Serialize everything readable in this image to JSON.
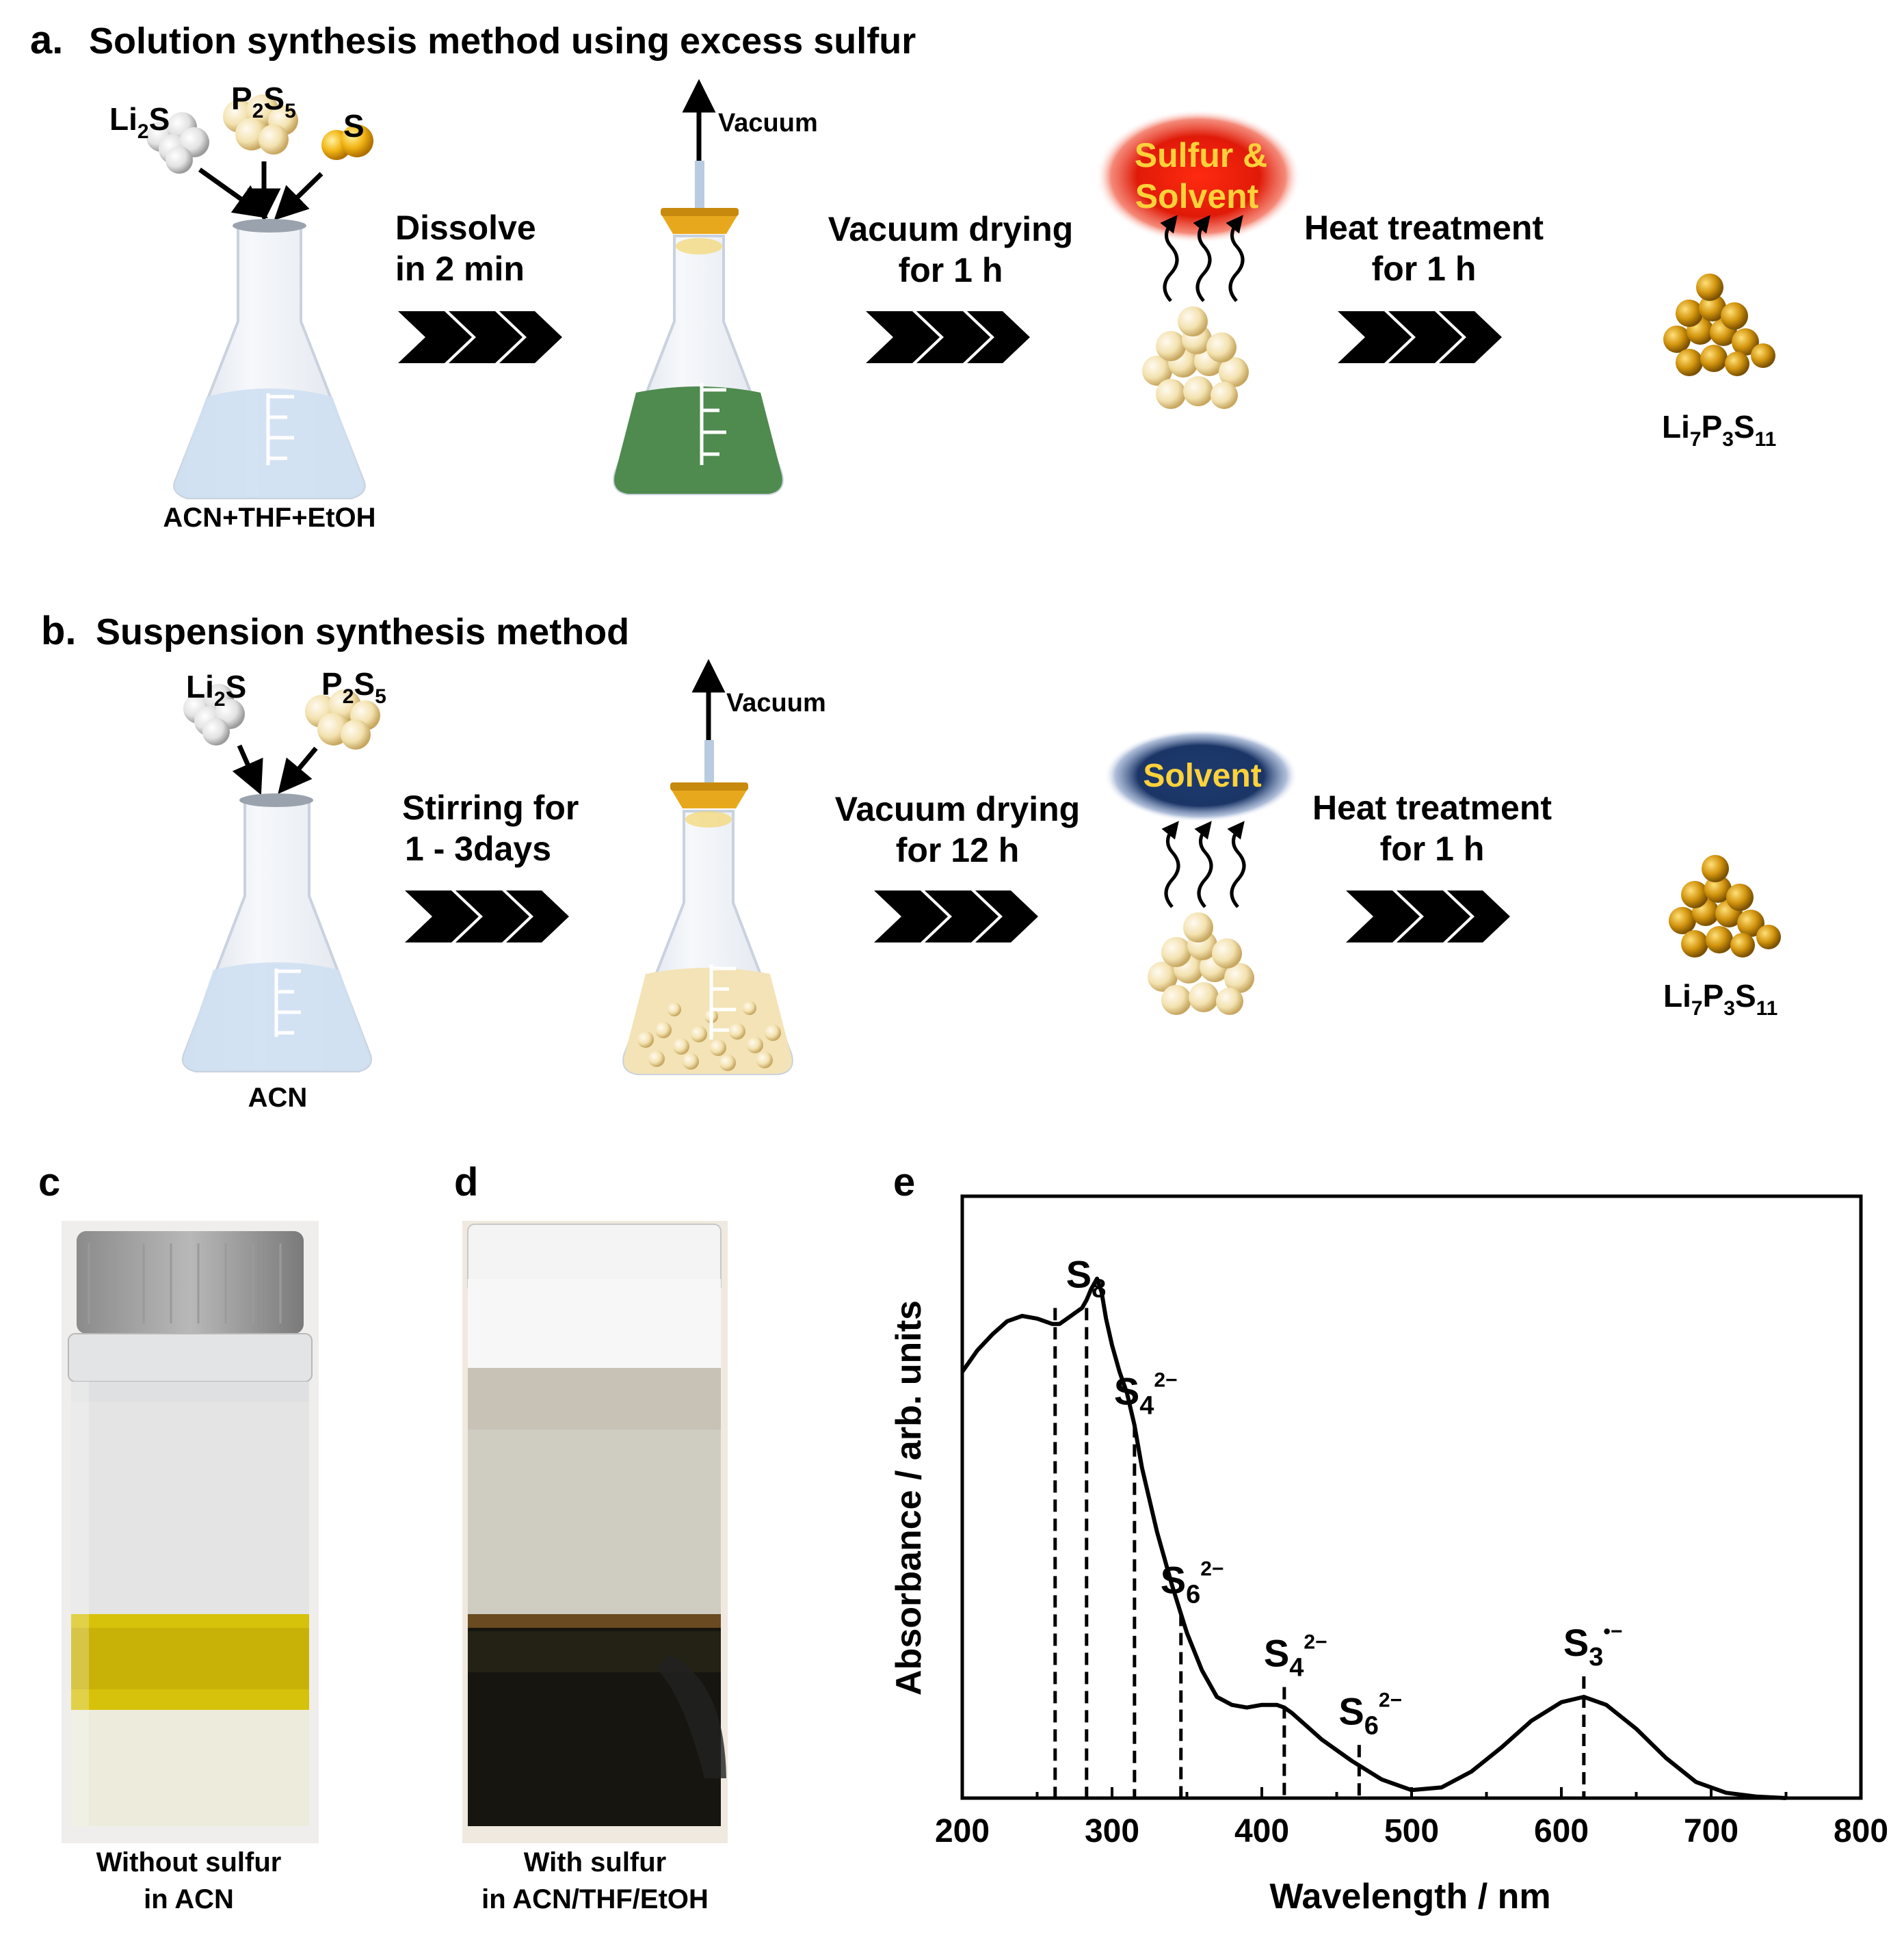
{
  "panel_a": {
    "letter": "a.",
    "title": "Solution synthesis method using excess sulfur",
    "reagent1": {
      "main": "Li",
      "sub": "2",
      "tail": "S"
    },
    "reagent2": {
      "main": "P",
      "sub1": "2",
      "mid": "S",
      "sub2": "5"
    },
    "reagent3": "S",
    "solvent_label": "ACN+THF+EtOH",
    "vacuum": "Vacuum",
    "step1": [
      "Dissolve",
      "in 2 min"
    ],
    "step2": [
      "Vacuum drying",
      "for 1 h"
    ],
    "evap": [
      "Sulfur &",
      "Solvent"
    ],
    "step3": [
      "Heat treatment",
      "for 1 h"
    ],
    "product": {
      "p1": "Li",
      "s1": "7",
      "p2": "P",
      "s2": "3",
      "p3": "S",
      "s3": "11"
    }
  },
  "panel_b": {
    "letter": "b.",
    "title": "Suspension synthesis method",
    "reagent1": {
      "main": "Li",
      "sub": "2",
      "tail": "S"
    },
    "reagent2": {
      "main": "P",
      "sub1": "2",
      "mid": "S",
      "sub2": "5"
    },
    "solvent_label": "ACN",
    "vacuum": "Vacuum",
    "step1": [
      "Stirring for",
      "1 - 3days"
    ],
    "step2": [
      "Vacuum drying",
      "for 12 h"
    ],
    "evap": "Solvent",
    "step3": [
      "Heat treatment",
      "for 1 h"
    ],
    "product": {
      "p1": "Li",
      "s1": "7",
      "p2": "P",
      "s2": "3",
      "p3": "S",
      "s3": "11"
    }
  },
  "panel_c": {
    "letter": "c",
    "caption": [
      "Without sulfur",
      "in ACN"
    ]
  },
  "panel_d": {
    "letter": "d",
    "caption": [
      "With sulfur",
      "in ACN/THF/EtOH"
    ]
  },
  "colors": {
    "solution_green": "#4f8a4f",
    "suspension_yellow": "#f3e3b6",
    "cap_gold": "#e8a81e",
    "sulfur_glow": "#e02010",
    "solvent_glow": "#1e3a6e",
    "glow_text": "#ffd23a",
    "product_gold": "#d4960f",
    "powder_cream": "#f0e2b8"
  },
  "chart_data": {
    "type": "line",
    "letter": "e",
    "xlabel": "Wavelength / nm",
    "ylabel": "Absorbance / arb. units",
    "xlim": [
      200,
      800
    ],
    "xticks": [
      "200",
      "300",
      "400",
      "500",
      "600",
      "700",
      "800"
    ],
    "ylim": [
      0,
      1
    ],
    "grid": false,
    "series": [
      {
        "x": [
          200,
          210,
          220,
          230,
          240,
          250,
          260,
          265,
          270,
          275,
          280,
          283,
          286,
          290,
          293,
          296,
          300,
          305,
          310,
          315,
          320,
          330,
          340,
          350,
          360,
          370,
          380,
          390,
          400,
          410,
          415,
          420,
          430,
          440,
          460,
          480,
          500,
          520,
          540,
          560,
          580,
          600,
          615,
          630,
          650,
          670,
          690,
          710,
          730,
          750
        ],
        "y": [
          0.8,
          0.84,
          0.87,
          0.895,
          0.905,
          0.9,
          0.89,
          0.89,
          0.9,
          0.91,
          0.92,
          0.935,
          0.955,
          0.975,
          0.95,
          0.9,
          0.85,
          0.8,
          0.76,
          0.7,
          0.62,
          0.5,
          0.4,
          0.31,
          0.24,
          0.19,
          0.175,
          0.17,
          0.175,
          0.175,
          0.17,
          0.16,
          0.135,
          0.11,
          0.07,
          0.035,
          0.015,
          0.02,
          0.05,
          0.095,
          0.145,
          0.18,
          0.19,
          0.175,
          0.13,
          0.075,
          0.03,
          0.01,
          0.003,
          0.0
        ]
      }
    ],
    "annotations": [
      {
        "x": 262,
        "base": "",
        "sub": "",
        "sup": ""
      },
      {
        "x": 283,
        "base": "S",
        "sub": "8",
        "sup": ""
      },
      {
        "x": 315,
        "base": "S",
        "sub": "4",
        "sup": "2−"
      },
      {
        "x": 346,
        "base": "S",
        "sub": "6",
        "sup": "2−"
      },
      {
        "x": 415,
        "base": "S",
        "sub": "4",
        "sup": "2−"
      },
      {
        "x": 465,
        "base": "S",
        "sub": "6",
        "sup": "2−"
      },
      {
        "x": 615,
        "base": "S",
        "sub": "3",
        "sup": "•−"
      }
    ]
  }
}
